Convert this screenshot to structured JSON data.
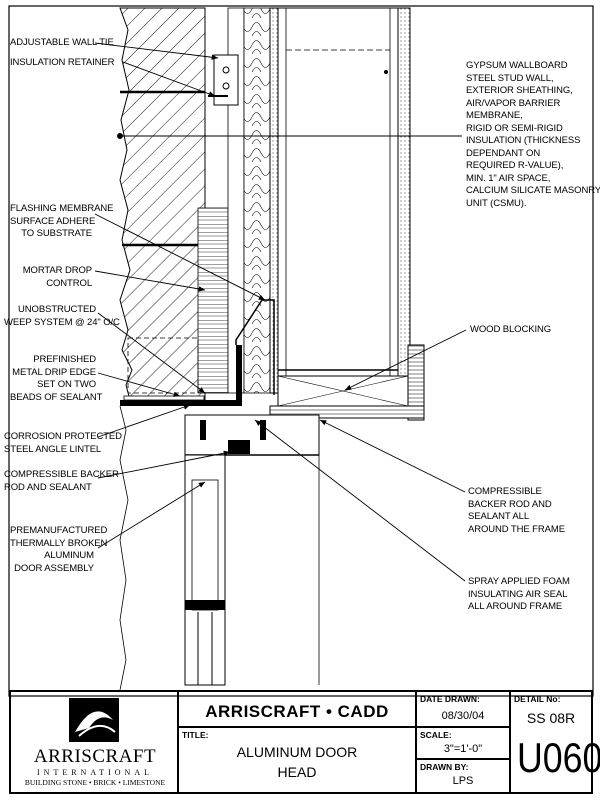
{
  "labels_left": [
    {
      "id": "adjustable-wall-tie",
      "text": "ADJUSTABLE WALL TIE"
    },
    {
      "id": "insulation-retainer",
      "text": "INSULATION RETAINER"
    },
    {
      "id": "flashing-membrane",
      "text": "FLASHING MEMBRANE\nSURFACE ADHERE\nTO SUBSTRATE"
    },
    {
      "id": "mortar-drop-control",
      "text": "MORTAR DROP\nCONTROL"
    },
    {
      "id": "weep-system",
      "text": "UNOBSTRUCTED\nWEEP SYSTEM @ 24\" O/C"
    },
    {
      "id": "drip-edge",
      "text": "PREFINISHED\nMETAL DRIP EDGE\nSET ON TWO\nBEADS OF SEALANT"
    },
    {
      "id": "angle-lintel",
      "text": "CORROSION PROTECTED\nSTEEL ANGLE LINTEL"
    },
    {
      "id": "backer-rod-left",
      "text": "COMPRESSIBLE BACKER\nROD AND SEALANT"
    },
    {
      "id": "door-assembly",
      "text": "PREMANUFACTURED\nTHERMALLY BROKEN\nALUMINUM\nDOOR ASSEMBLY"
    }
  ],
  "labels_right": [
    {
      "id": "wall-assembly",
      "text": "GYPSUM WALLBOARD\nSTEEL STUD WALL,\nEXTERIOR SHEATHING,\nAIR/VAPOR BARRIER\nMEMBRANE,\nRIGID OR SEMI-RIGID\nINSULATION (THICKNESS\nDEPENDANT ON\nREQUIRED R-VALUE),\nMIN. 1\" AIR SPACE,\nCALCIUM SILICATE MASONRY\nUNIT (CSMU)."
    },
    {
      "id": "wood-blocking",
      "text": "WOOD BLOCKING"
    },
    {
      "id": "backer-rod-right",
      "text": "COMPRESSIBLE\nBACKER ROD AND\nSEALANT ALL\nAROUND THE FRAME"
    },
    {
      "id": "spray-foam",
      "text": "SPRAY APPLIED FOAM\nINSULATING AIR SEAL\nALL AROUND FRAME"
    }
  ],
  "title_block": {
    "logo_name": "ARRISCRAFT",
    "logo_sub": "INTERNATIONAL",
    "logo_tagline": "BUILDING STONE • BRICK • LIMESTONE",
    "header": "ARRISCRAFT • CADD",
    "title_label": "TITLE:",
    "title_line1": "ALUMINUM DOOR",
    "title_line2": "HEAD",
    "date_label": "DATE DRAWN:",
    "date_value": "08/30/04",
    "scale_label": "SCALE:",
    "scale_value": "3\"=1'-0\"",
    "drawn_label": "DRAWN BY:",
    "drawn_value": "LPS",
    "detail_label": "DETAIL No:",
    "detail_value": "SS 08R",
    "detail_code": "U060"
  }
}
